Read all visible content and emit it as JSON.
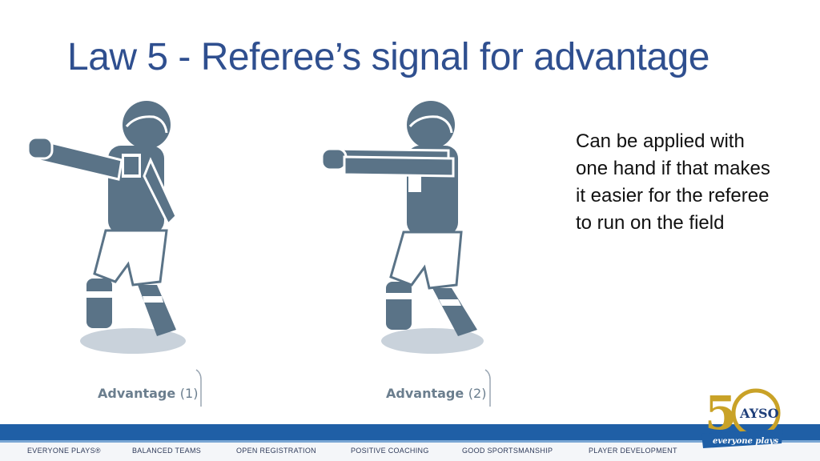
{
  "slide": {
    "title": "Law 5 - Referee’s signal for advantage",
    "body": "Can be applied with one hand if that makes it easier for the referee to run on the field"
  },
  "figures": [
    {
      "caption_label": "Advantage",
      "caption_number": "(1)"
    },
    {
      "caption_label": "Advantage",
      "caption_number": "(2)"
    }
  ],
  "footer": {
    "items": [
      "EVERYONE PLAYS®",
      "BALANCED TEAMS",
      "OPEN REGISTRATION",
      "POSITIVE COACHING",
      "GOOD SPORTSMANSHIP",
      "PLAYER DEVELOPMENT"
    ]
  },
  "logo": {
    "numeral": "5",
    "letters": "AYSO",
    "tagline": "everyone plays"
  },
  "colors": {
    "title": "#2f4f8f",
    "figure": "#5a7387",
    "footer_band": "#1f5fa6",
    "logo_gold": "#c9a227"
  }
}
